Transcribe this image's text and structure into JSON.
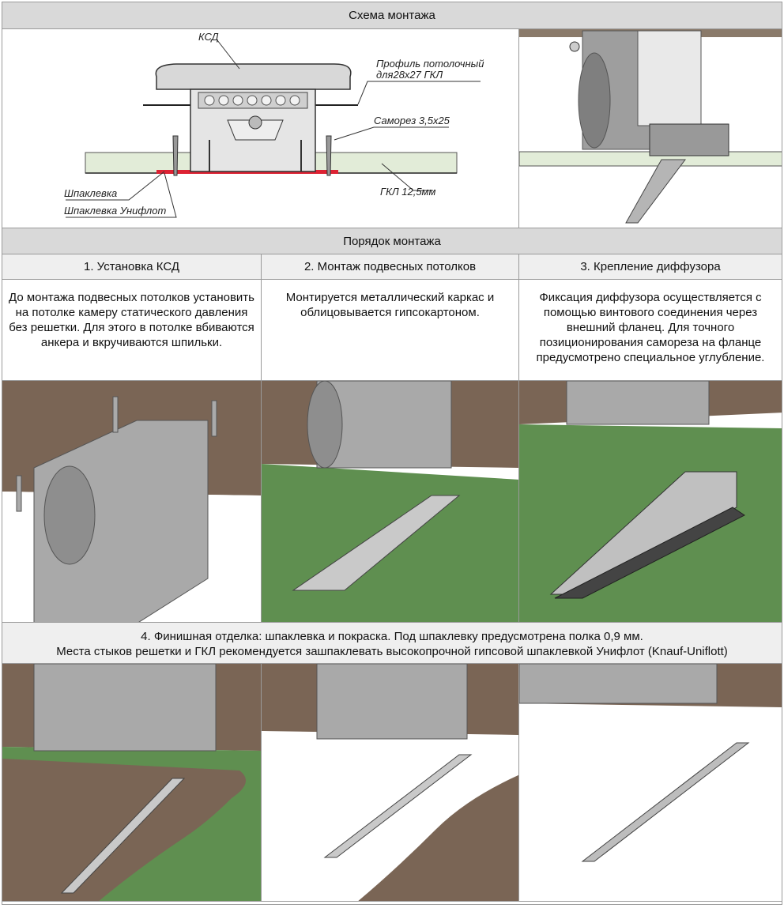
{
  "section_schema": {
    "title": "Схема монтажа"
  },
  "schema_labels": {
    "ksd": "КСД",
    "profile_line1": "Профиль потолочный",
    "profile_line2": "для28х27 ГКЛ",
    "screw": "Саморез 3,5х25",
    "gkl": "ГКЛ 12,5мм",
    "putty": "Шпаклевка",
    "putty_uniflot": "Шпаклевка Унифлот"
  },
  "section_order": {
    "title": "Порядок монтажа"
  },
  "steps": [
    {
      "title": "1. Установка КСД",
      "text": "До монтажа подвесных потолков установить на потолке камеру статического давления без решетки. Для этого в потолке вбиваются анкера и вкручиваются шпильки."
    },
    {
      "title": "2. Монтаж подвесных потолков",
      "text": "Монтируется металлический каркас и облицовывается гипсокартоном."
    },
    {
      "title": "3. Крепление диффузора",
      "text": "Фиксация диффузора осуществляется с помощью винтового соединения через внешний фланец. Для точного позиционирования самореза на фланце предусмотрено специальное углубление."
    }
  ],
  "finishing": {
    "line1": "4. Финишная отделка: шпаклевка и покраска. Под шпаклевку предусмотрена полка 0,9 мм.",
    "line2": "Места стыков решетки и ГКЛ рекомендуется зашпаклевать высокопрочной гипсовой шпаклевкой Унифлот (Knauf-Uniflott)"
  },
  "colors": {
    "header_bg": "#d9d9d9",
    "gkl_green": "#5f8f50",
    "ceiling_brown": "#7a6555",
    "metal": "#b8b8b8"
  }
}
